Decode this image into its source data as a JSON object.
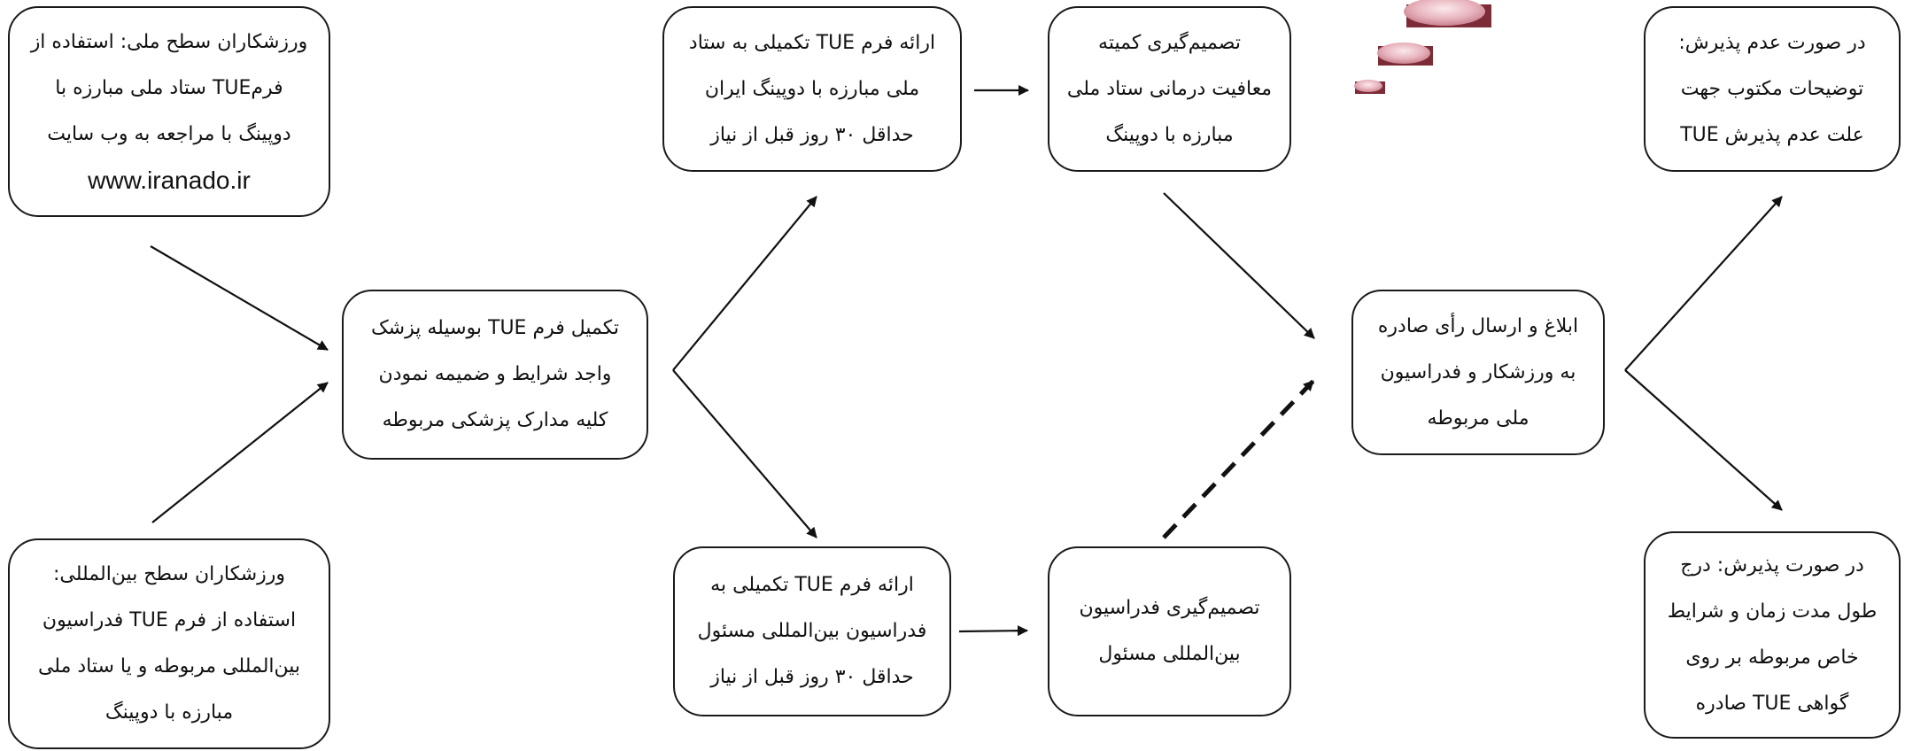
{
  "nodes": {
    "national_athletes": {
      "lines": [
        "ورزشکاران سطح ملی: استفاده از",
        "فرمTUE ستاد ملی مبارزه با",
        "دوپینگ با مراجعه به وب سایت",
        "www.iranado.ir"
      ]
    },
    "international_athletes": {
      "lines": [
        "ورزشکاران سطح بین‌المللی:",
        "استفاده از فرم TUE فدراسیون",
        "بین‌المللی مربوطه و یا ستاد ملی",
        "مبارزه با دوپینگ"
      ]
    },
    "complete_form": {
      "lines": [
        "تکمیل فرم TUE بوسیله پزشک",
        "واجد شرایط و ضمیمه نمودن",
        "کلیه مدارک پزشکی مربوطه"
      ]
    },
    "submit_national": {
      "lines": [
        "ارائه فرم TUE تکمیلی به ستاد",
        "ملی مبارزه با دوپینگ ایران",
        "حداقل ۳۰ روز قبل از نیاز"
      ]
    },
    "submit_international": {
      "lines": [
        "ارائه فرم TUE تکمیلی به",
        "فدراسیون بین‌المللی مسئول",
        "حداقل ۳۰ روز قبل از نیاز"
      ]
    },
    "national_committee_decision": {
      "lines": [
        "تصمیم‌گیری کمیته",
        "معافیت درمانی ستاد ملی",
        "مبارزه با دوپینگ"
      ]
    },
    "international_federation_decision": {
      "lines": [
        "تصمیم‌گیری فدراسیون",
        "بین‌المللی مسئول"
      ]
    },
    "notification": {
      "lines": [
        "ابلاغ و ارسال رأی صادره",
        "به ورزشکار و فدراسیون",
        "ملی مربوطه"
      ]
    },
    "rejection": {
      "lines": [
        "در صورت عدم پذیرش:",
        "توضیحات مکتوب جهت",
        "علت عدم پذیرش TUE"
      ]
    },
    "acceptance": {
      "lines": [
        "در صورت پذیرش: درج",
        "طول مدت زمان و شرایط",
        "خاص مربوطه بر روی",
        "گواهی TUE صادره"
      ]
    }
  },
  "colors": {
    "stroke": "#111111",
    "bubble_fill": "#e8b4bd",
    "bubble_shadow": "#7d2b36"
  }
}
